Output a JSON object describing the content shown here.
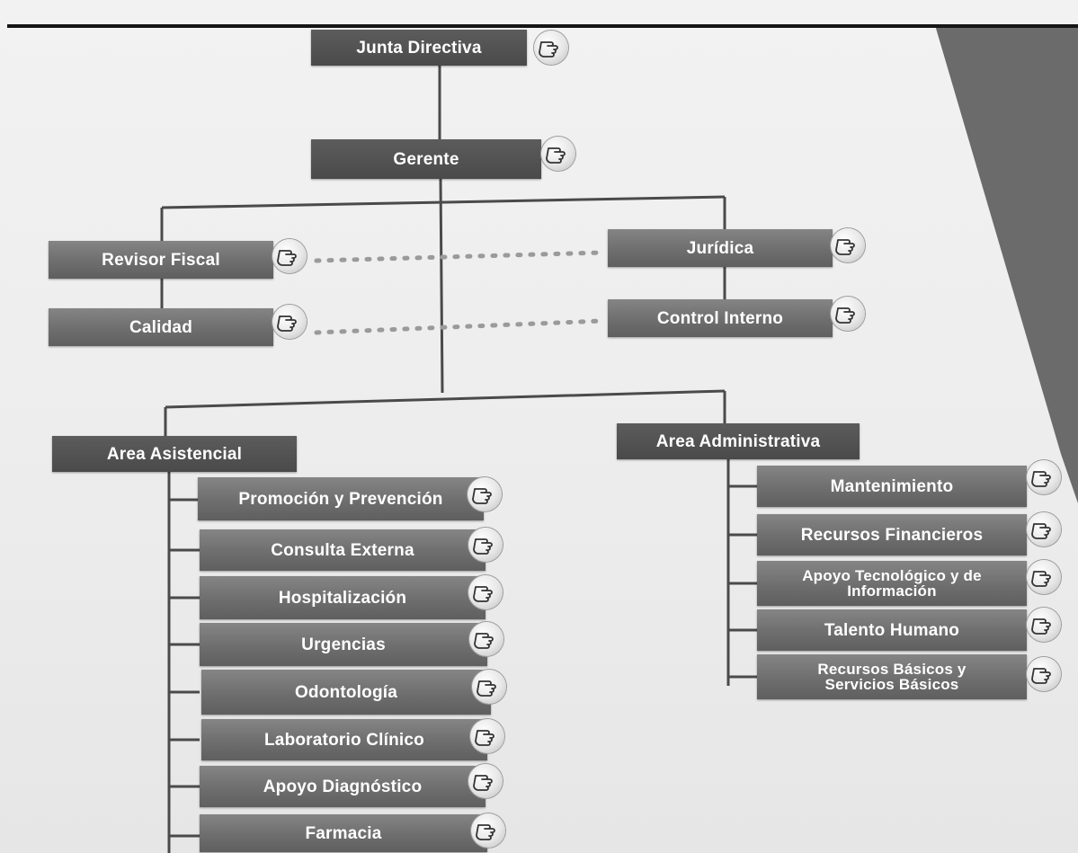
{
  "diagram": {
    "nodes": [
      {
        "id": "junta",
        "label": "Junta Directiva"
      },
      {
        "id": "gerente",
        "label": "Gerente"
      },
      {
        "id": "revisor",
        "label": "Revisor Fiscal"
      },
      {
        "id": "juridica",
        "label": "Jurídica"
      },
      {
        "id": "calidad",
        "label": "Calidad"
      },
      {
        "id": "control",
        "label": "Control Interno"
      },
      {
        "id": "asistencial",
        "label": "Area Asistencial"
      },
      {
        "id": "administrativa",
        "label": "Area Administrativa"
      },
      {
        "id": "promocion",
        "label": "Promoción y Prevención"
      },
      {
        "id": "consulta",
        "label": "Consulta Externa"
      },
      {
        "id": "hospitalizacion",
        "label": "Hospitalización"
      },
      {
        "id": "urgencias",
        "label": "Urgencias"
      },
      {
        "id": "odontologia",
        "label": "Odontología"
      },
      {
        "id": "laboratorio",
        "label": "Laboratorio Clínico"
      },
      {
        "id": "apoyo_diag",
        "label": "Apoyo Diagnóstico"
      },
      {
        "id": "farmacia",
        "label": "Farmacia"
      },
      {
        "id": "mantenimiento",
        "label": "Mantenimiento"
      },
      {
        "id": "rec_fin",
        "label": "Recursos Financieros"
      },
      {
        "id": "apoyo_tec",
        "label": "Apoyo Tecnológico y de",
        "label_line2": "Información"
      },
      {
        "id": "talento",
        "label": "Talento Humano"
      },
      {
        "id": "rec_bas",
        "label": "Recursos Básicos y",
        "label_line2": "Servicios Básicos"
      }
    ],
    "edges": [
      {
        "from": "junta",
        "to": "gerente",
        "style": "solid"
      },
      {
        "from": "gerente",
        "to": "revisor",
        "style": "solid"
      },
      {
        "from": "gerente",
        "to": "juridica",
        "style": "solid"
      },
      {
        "from": "revisor",
        "to": "calidad",
        "style": "solid"
      },
      {
        "from": "juridica",
        "to": "control",
        "style": "solid"
      },
      {
        "from": "revisor",
        "to": "juridica",
        "style": "dotted"
      },
      {
        "from": "calidad",
        "to": "control",
        "style": "dotted"
      },
      {
        "from": "gerente",
        "to": "asistencial",
        "style": "solid"
      },
      {
        "from": "gerente",
        "to": "administrativa",
        "style": "solid"
      },
      {
        "from": "asistencial",
        "to": "promocion",
        "style": "solid"
      },
      {
        "from": "asistencial",
        "to": "consulta",
        "style": "solid"
      },
      {
        "from": "asistencial",
        "to": "hospitalizacion",
        "style": "solid"
      },
      {
        "from": "asistencial",
        "to": "urgencias",
        "style": "solid"
      },
      {
        "from": "asistencial",
        "to": "odontologia",
        "style": "solid"
      },
      {
        "from": "asistencial",
        "to": "laboratorio",
        "style": "solid"
      },
      {
        "from": "asistencial",
        "to": "apoyo_diag",
        "style": "solid"
      },
      {
        "from": "asistencial",
        "to": "farmacia",
        "style": "solid"
      },
      {
        "from": "administrativa",
        "to": "mantenimiento",
        "style": "solid"
      },
      {
        "from": "administrativa",
        "to": "rec_fin",
        "style": "solid"
      },
      {
        "from": "administrativa",
        "to": "apoyo_tec",
        "style": "solid"
      },
      {
        "from": "administrativa",
        "to": "talento",
        "style": "solid"
      },
      {
        "from": "administrativa",
        "to": "rec_bas",
        "style": "solid"
      }
    ],
    "icon": "pointing-hand-icon",
    "colors": {
      "box": "#6e6e6e",
      "box_dark": "#4a4a4a",
      "text": "#ffffff",
      "line": "#4a4a4a",
      "accent_corner": "#6b6b6b"
    }
  }
}
